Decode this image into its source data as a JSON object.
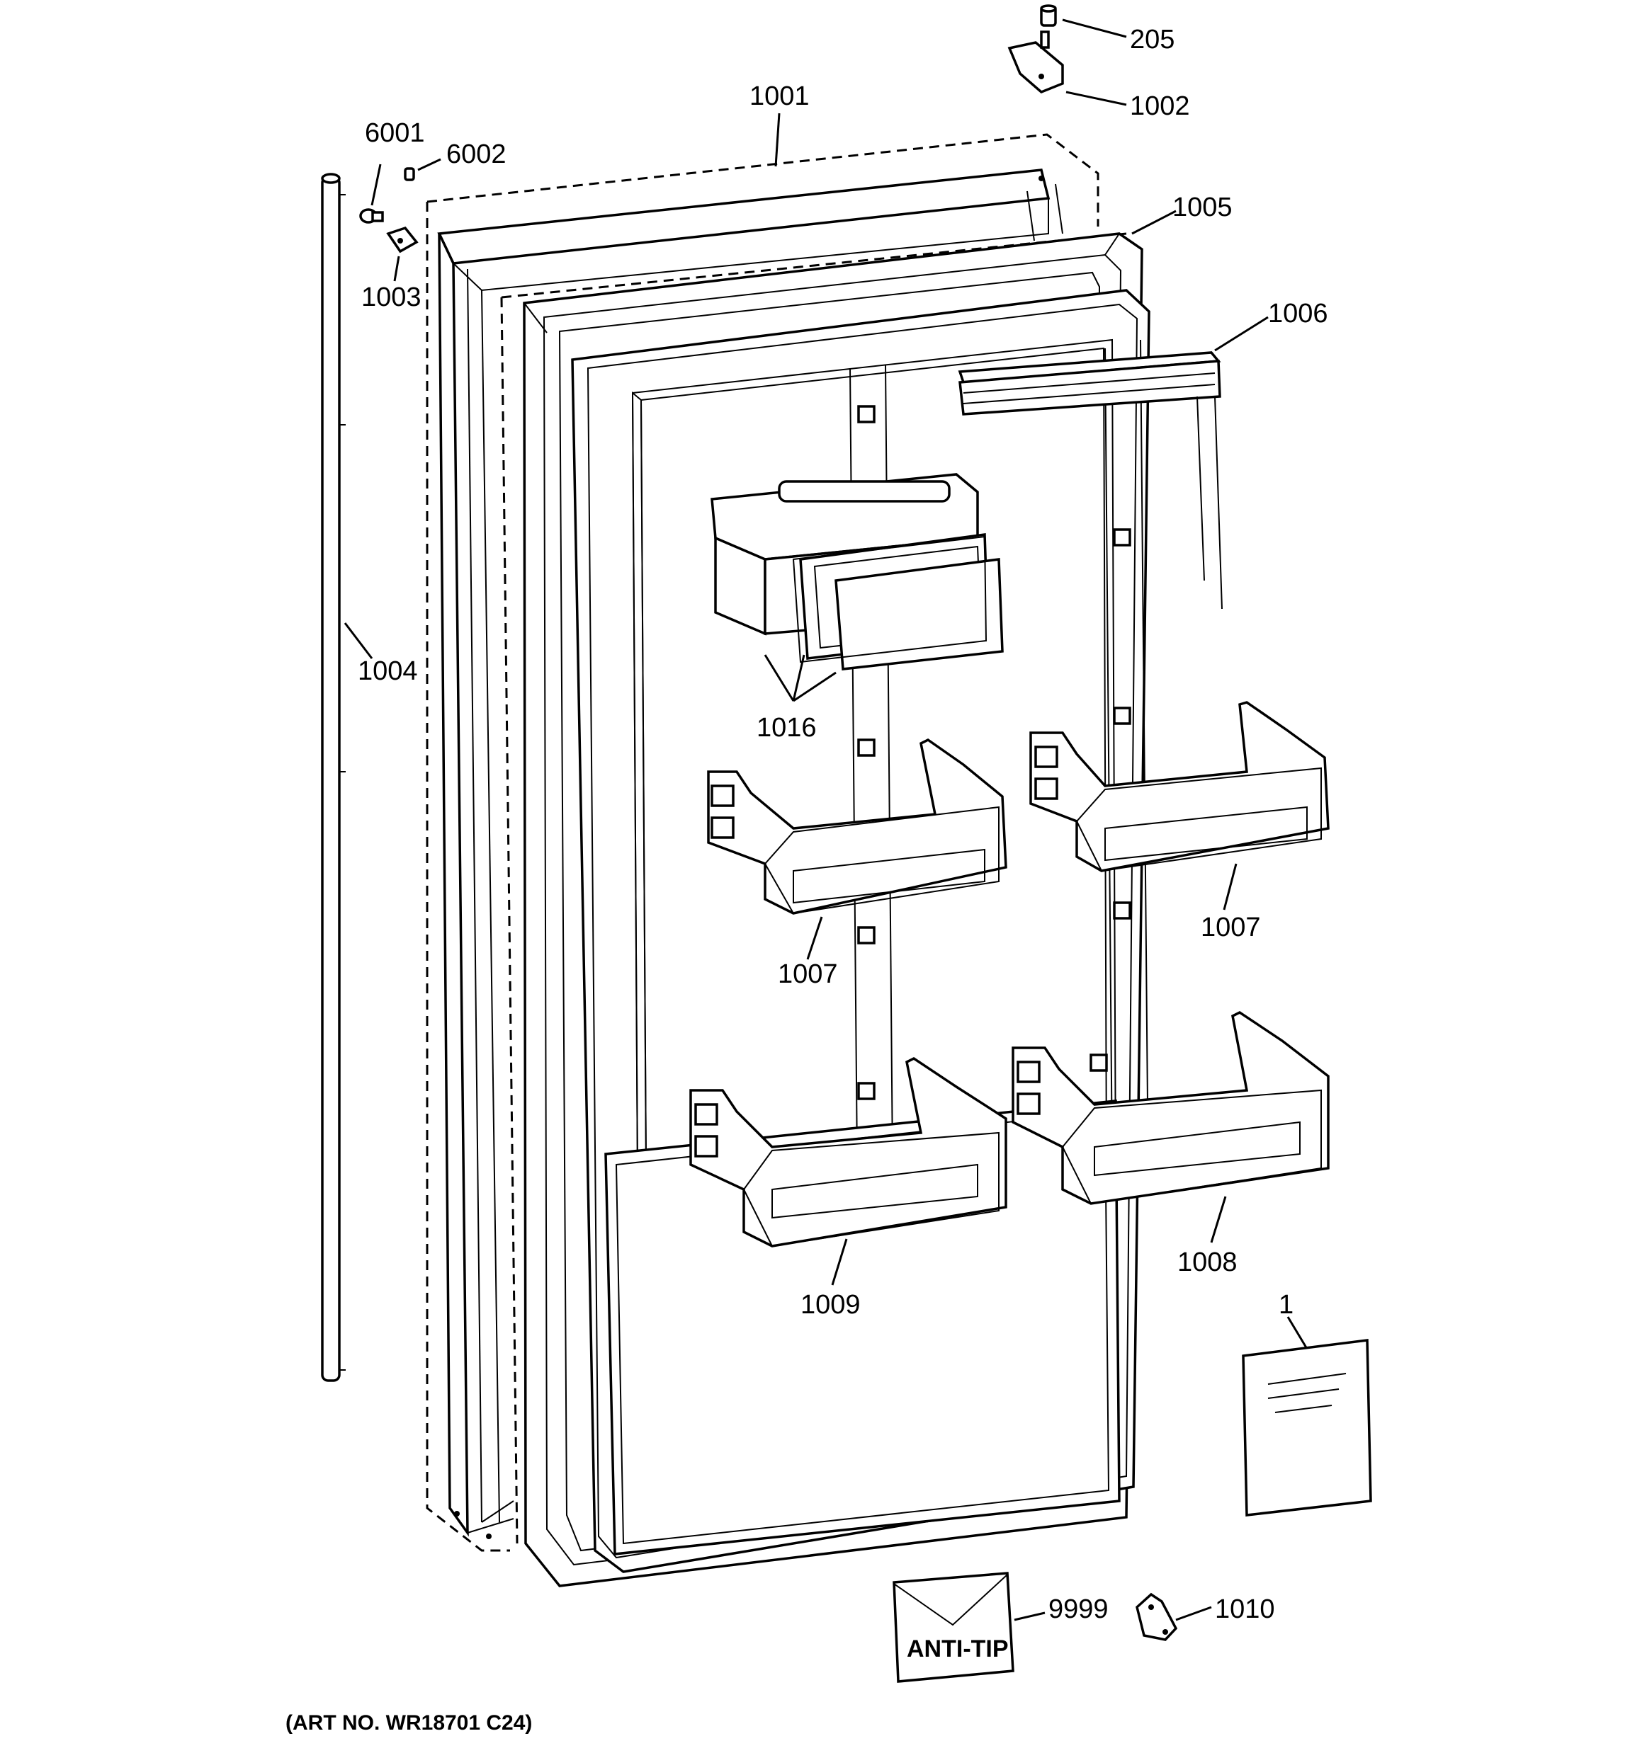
{
  "callouts": {
    "c205": "205",
    "c1002": "1002",
    "c1001": "1001",
    "c6001": "6001",
    "c6002": "6002",
    "c1005": "1005",
    "c1003": "1003",
    "c1006": "1006",
    "c1004": "1004",
    "c1016": "1016",
    "c1007a": "1007",
    "c1007b": "1007",
    "c1008": "1008",
    "c1009": "1009",
    "c1": "1",
    "c9999": "9999",
    "c1010": "1010"
  },
  "envelope_text": "ANTI-TIP",
  "art_number": "(ART NO. WR18701 C24)"
}
